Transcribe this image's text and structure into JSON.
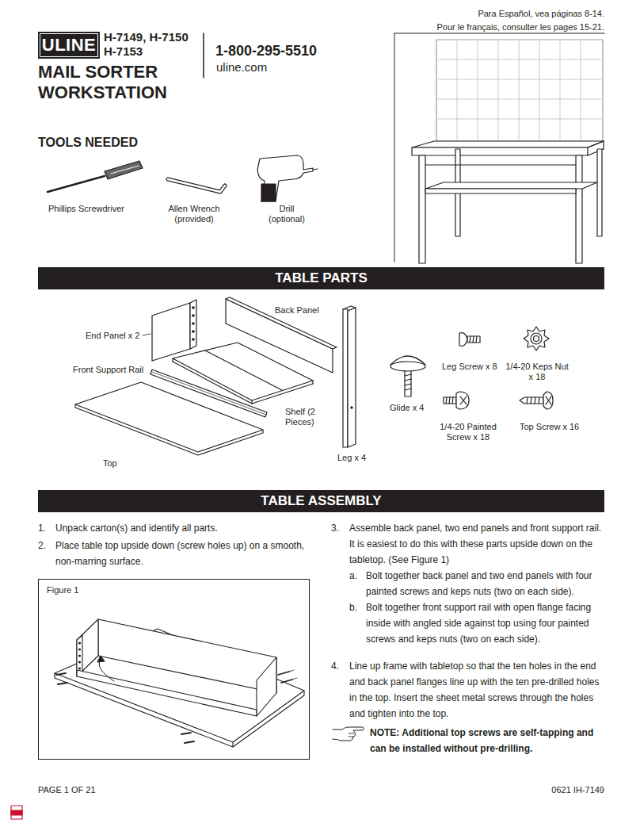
{
  "diagram": {
    "title": "MAIL SORTER WORKSTATION",
    "nodes": [
      {
        "text": [
          "ULINE"
        ]
      },
      {
        "text": [
          "TABLE PARTS"
        ]
      },
      {
        "text": [
          "TABLE ASSEMBLY"
        ]
      },
      {
        "text": [
          "Figure 1"
        ]
      }
    ],
    "labels": [
      "Para Español, vea páginas 8-14.",
      "Pour le français, consulter les pages 15-21.",
      "H-7149, H-7150",
      "H-7153",
      "1-800-295-5510",
      "uline.com",
      "TOOLS NEEDED",
      "Phillips Screwdriver",
      "Allen Wrench (provided)",
      "Drill (optional)",
      "Back Panel",
      "End Panel x 2",
      "Front Support Rail",
      "Shelf (2 Pieces)",
      "Top",
      "Leg x 4",
      "Glide x 4",
      "Leg Screw x 8",
      "1/4-20 Keps Nut x 18",
      "1/4-20 Painted Screw x 18",
      "Top Screw x 16",
      "1.",
      "Unpack carton(s) and identify all parts.",
      "2.",
      "Place table top upside down (screw holes up) on a smooth, non-marring surface.",
      "3.",
      "Assemble back panel, two end panels and front support rail. It is easiest to do this with these parts upside down on the tabletop. (See Figure 1)",
      "a.",
      "Bolt together back panel and two end panels with four painted screws and keps nuts (two on each side).",
      "b.",
      "Bolt together front support rail with open flange facing inside with angled side against top using four painted screws and keps nuts (two on each side).",
      "4.",
      "Line up frame with tabletop so that the ten holes in the end and back panel flanges line up with the ten pre-drilled holes in the top. Insert the sheet metal screws through the holes and tighten into the top.",
      "NOTE: Additional top screws are self-tapping and can be installed without pre-drilling.",
      "PAGE 1 OF 21",
      "0621 IH-7149"
    ]
  }
}
